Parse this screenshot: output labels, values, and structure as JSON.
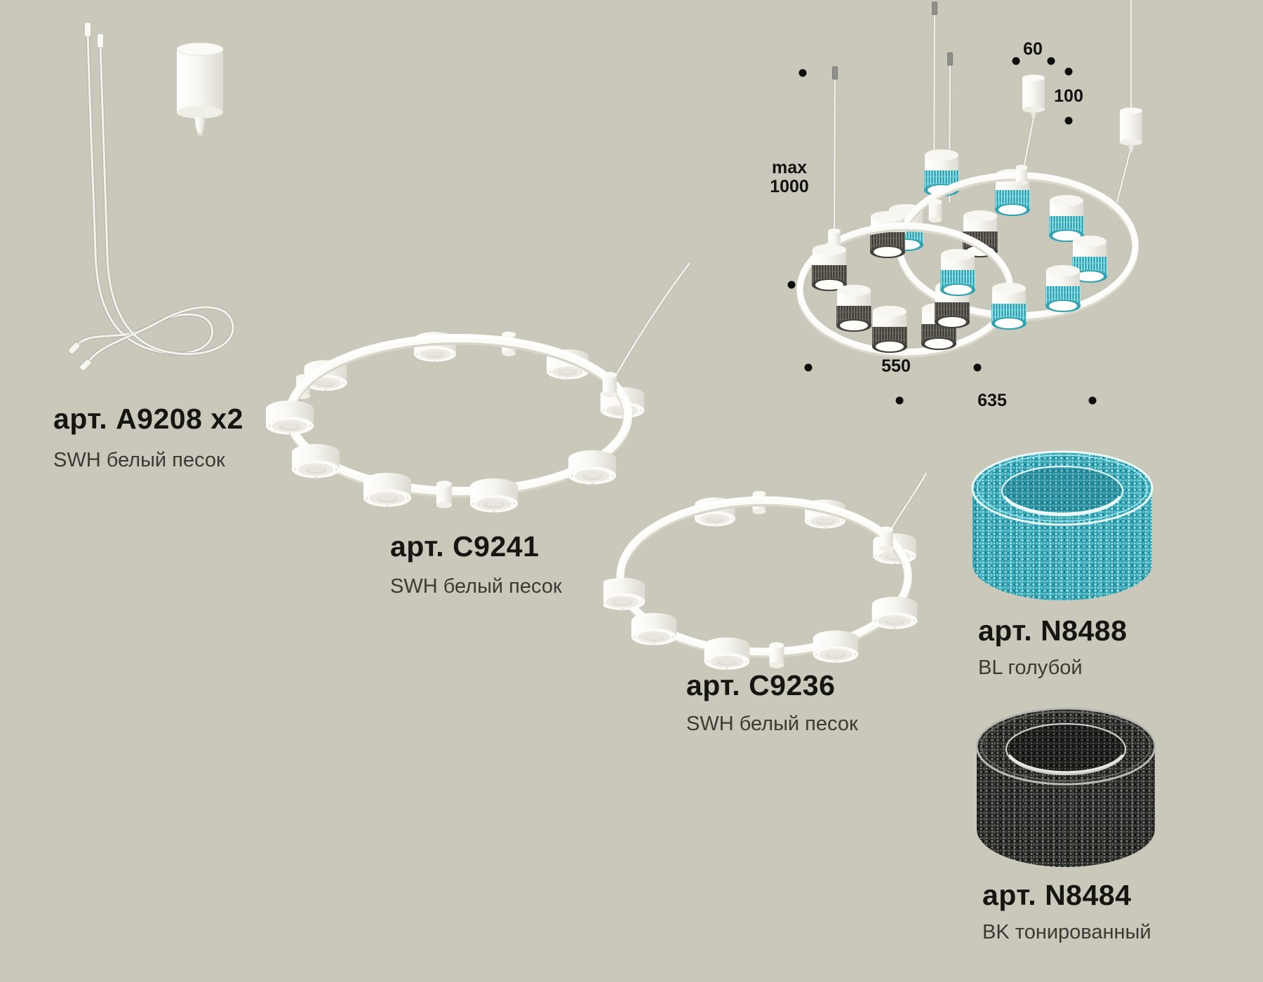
{
  "page": {
    "background_color": "#cac8ba"
  },
  "products": {
    "suspension_kit": {
      "article": "арт. A9208 x2",
      "finish": "SWH белый песок"
    },
    "ring_large": {
      "article": "арт. C9241",
      "finish": "SWH белый песок"
    },
    "ring_small": {
      "article": "арт. C9236",
      "finish": "SWH белый песок"
    },
    "shade_blue": {
      "article": "арт. N8488",
      "finish": "BL голубой"
    },
    "shade_black": {
      "article": "арт. N8484",
      "finish": "BK тонированный"
    }
  },
  "assembled_view": {
    "dim_canopy_width": "60",
    "dim_canopy_height": "100",
    "dim_max_line1": "max",
    "dim_max_line2": "1000",
    "dim_ring_small": "550",
    "dim_ring_large": "635"
  },
  "colors": {
    "background": "#cac8ba",
    "shade_blue": "#45b9c8",
    "shade_smoke": "#4a4843",
    "metal_white": "#ffffff",
    "text": "#161511"
  }
}
